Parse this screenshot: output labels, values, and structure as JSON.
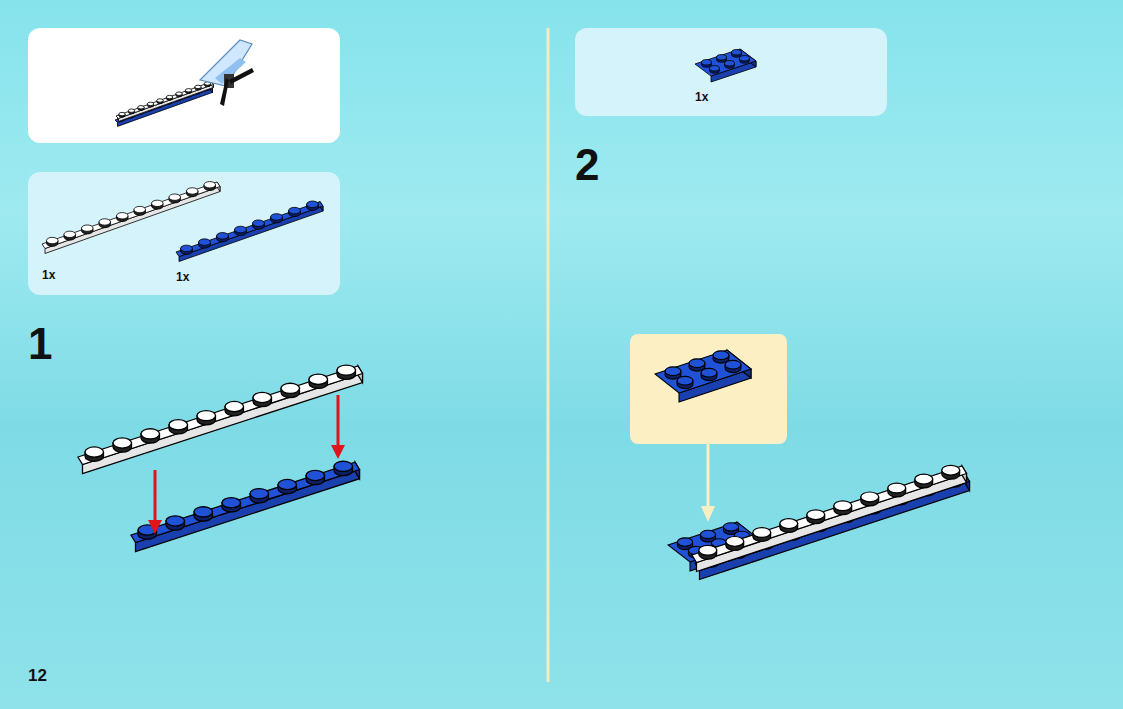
{
  "diagram": {
    "nodes": [
      {
        "text": [
          "1x",
          "1x"
        ]
      },
      {
        "text": [
          "1x"
        ]
      }
    ],
    "labels": [
      "1",
      "2",
      "12"
    ]
  }
}
